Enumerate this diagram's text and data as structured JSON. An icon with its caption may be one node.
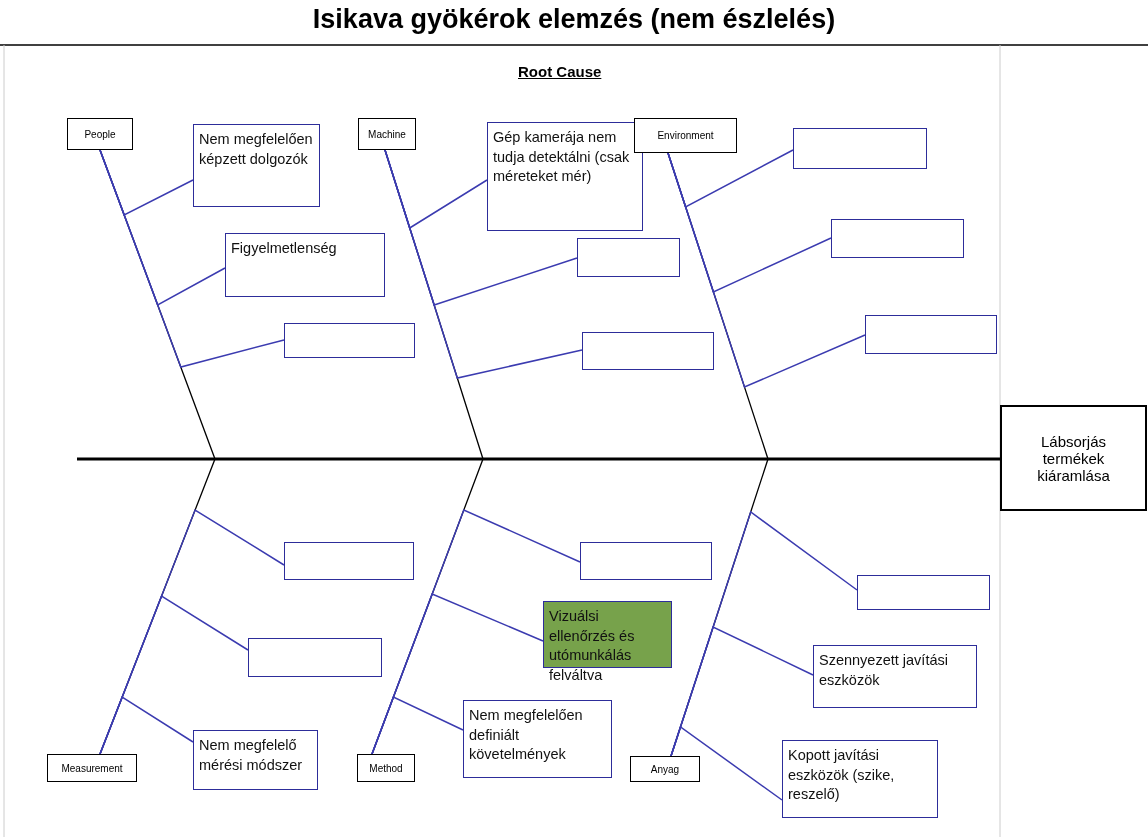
{
  "diagram": {
    "title": "Isikava gyökérok elemzés (nem észlelés)",
    "nodes": [
      {
        "text": [
          "People"
        ]
      },
      {
        "text": [
          "Nem megfelelően képzett dolgozók"
        ]
      },
      {
        "text": [
          "Figyelmetlenség"
        ]
      },
      {
        "text": [],
        "shape": "box"
      },
      {
        "text": [
          "Machine"
        ]
      },
      {
        "text": [
          "Gép kamerája nem tudja detektálni (csak méreteket mér)"
        ]
      },
      {
        "text": [],
        "shape": "box"
      },
      {
        "text": [],
        "shape": "box"
      },
      {
        "text": [
          "Environment"
        ]
      },
      {
        "text": [],
        "shape": "box"
      },
      {
        "text": [],
        "shape": "box"
      },
      {
        "text": [],
        "shape": "box"
      },
      {
        "text": [
          "Lábsorjás termékek kiáramlása"
        ]
      },
      {
        "text": [],
        "shape": "box"
      },
      {
        "text": [],
        "shape": "box"
      },
      {
        "text": [
          "Nem megfelelő mérési módszer"
        ]
      },
      {
        "text": [
          "Measurement"
        ]
      },
      {
        "text": [],
        "shape": "box"
      },
      {
        "text": [
          "Vizuálsi ellenőrzés és utómunkálás felváltva"
        ]
      },
      {
        "text": [
          "Nem megfelelően definiált követelmények"
        ]
      },
      {
        "text": [
          "Method"
        ]
      },
      {
        "text": [],
        "shape": "box"
      },
      {
        "text": [
          "Szennyezett javítási eszközök"
        ]
      },
      {
        "text": [
          "Kopott javítási eszközök (szike, reszelő)"
        ]
      },
      {
        "text": [
          "Anyag"
        ]
      }
    ],
    "edges": [
      {
        "from": 0,
        "to": 12,
        "arrow": "none",
        "color": "#000000"
      },
      {
        "from": 4,
        "to": 12,
        "arrow": "none",
        "color": "#000000"
      },
      {
        "from": 8,
        "to": 12,
        "arrow": "none",
        "color": "#000000"
      },
      {
        "from": 16,
        "to": 12,
        "arrow": "none",
        "color": "#000000"
      },
      {
        "from": 20,
        "to": 12,
        "arrow": "none",
        "color": "#000000"
      },
      {
        "from": 24,
        "to": 12,
        "arrow": "none",
        "color": "#000000"
      },
      {
        "from": 1,
        "to": 0,
        "arrow": "none"
      },
      {
        "from": 2,
        "to": 0,
        "arrow": "none"
      },
      {
        "from": 3,
        "to": 0,
        "arrow": "none"
      },
      {
        "from": 5,
        "to": 4,
        "arrow": "none"
      },
      {
        "from": 6,
        "to": 4,
        "arrow": "none"
      },
      {
        "from": 7,
        "to": 4,
        "arrow": "none"
      },
      {
        "from": 9,
        "to": 8,
        "arrow": "none"
      },
      {
        "from": 10,
        "to": 8,
        "arrow": "none"
      },
      {
        "from": 11,
        "to": 8,
        "arrow": "none"
      },
      {
        "from": 13,
        "to": 16,
        "arrow": "none"
      },
      {
        "from": 14,
        "to": 16,
        "arrow": "none"
      },
      {
        "from": 15,
        "to": 16,
        "arrow": "none"
      },
      {
        "from": 17,
        "to": 20,
        "arrow": "none"
      },
      {
        "from": 18,
        "to": 20,
        "arrow": "none"
      },
      {
        "from": 19,
        "to": 20,
        "arrow": "none"
      },
      {
        "from": 21,
        "to": 24,
        "arrow": "none"
      },
      {
        "from": 22,
        "to": 24,
        "arrow": "none"
      },
      {
        "from": 23,
        "to": 24,
        "arrow": "none"
      }
    ],
    "labels": [
      "Root Cause"
    ]
  }
}
